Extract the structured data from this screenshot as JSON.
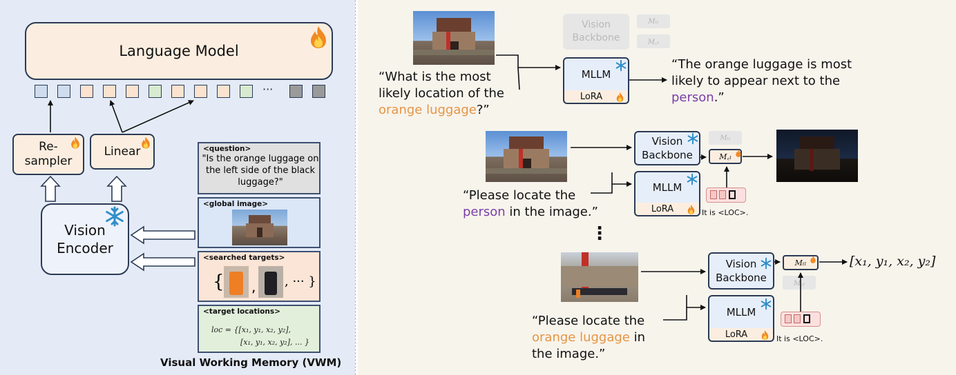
{
  "left": {
    "language_model": "Language Model",
    "ellipsis": "···",
    "resampler": "Re-\nsampler",
    "resampler_line1": "Re-",
    "resampler_line2": "sampler",
    "linear": "Linear",
    "vision_encoder_line1": "Vision",
    "vision_encoder_line2": "Encoder",
    "vwm": {
      "question_header": "<question>",
      "question_text": "\"Is the orange luggage on the left side of the black luggage?\"",
      "global_header": "<global image>",
      "searched_header": "<searched targets>",
      "searched_brace_open": "{",
      "searched_comma": ",",
      "searched_tail": ", ··· }",
      "locations_header": "<target locations>",
      "loc_line1": "loc = {[x₁, y₁, x₂, y₂],",
      "loc_line2": "[x₁, y₁, x₂, y₂], ... }",
      "title": "Visual Working Memory (VWM)"
    }
  },
  "right": {
    "ghost_vision_backbone": "Vision\nBackbone",
    "ghost_vb_line1": "Vision",
    "ghost_vb_line2": "Backbone",
    "m_tl": "Mₜₗ",
    "m_cl": "M꜀ₗ",
    "mllm": "MLLM",
    "lora": "LoRA",
    "vision_line1": "Vision",
    "backbone_line2": "Backbone",
    "q1_line1": "“What is the most",
    "q1_line2": "likely location of the",
    "q1_orange": "orange luggage",
    "q1_tail": "?”",
    "a1_line1": "“The orange luggage is most",
    "a1_line2": "likely to appear next to the",
    "a1_purple": "person",
    "a1_tail": ".”",
    "q2_line1": "“Please locate the",
    "q2_purple": "person",
    "q2_tail": " in the image.”",
    "it_is_loc": "It is <LOC>.",
    "vdots": "⋮",
    "q3_line1": "“Please locate the",
    "q3_orange": "orange luggage",
    "q3_tail": " in",
    "q3_line3": "the image.”",
    "output_coords": "[x₁, y₁, x₂, y₂]"
  },
  "colors": {
    "orange_text": "#e69544",
    "purple_text": "#7a3fa8",
    "lm_fill": "#fbeee0",
    "left_panel": "#e4ebf7",
    "right_panel": "#f7f4ec"
  },
  "icons": {
    "fire": "fire-icon",
    "snowflake": "snowflake-icon"
  }
}
